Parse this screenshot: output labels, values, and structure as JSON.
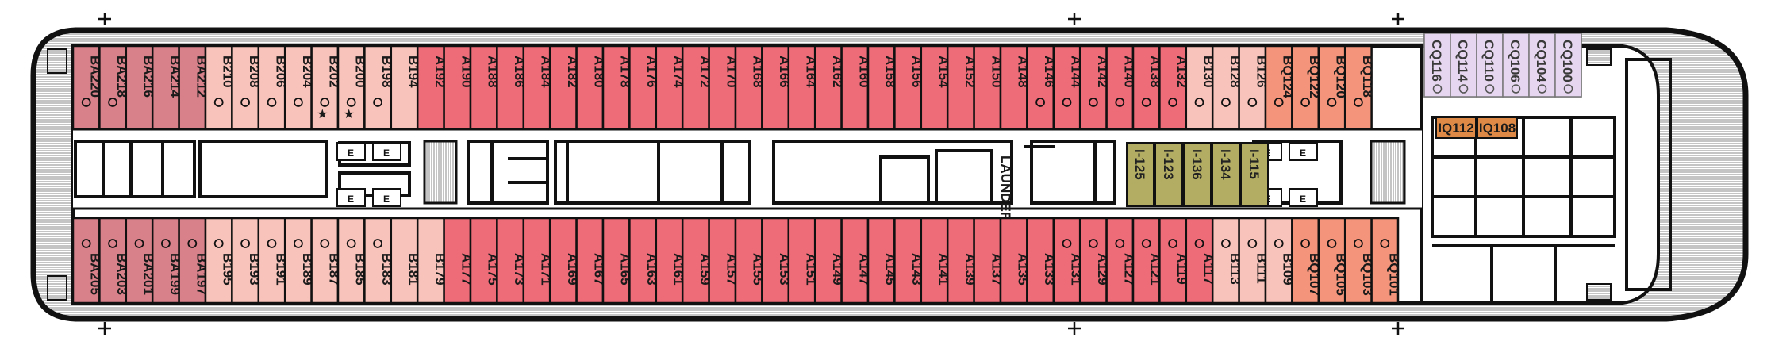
{
  "palette": {
    "hull": "#111111",
    "deck_stripes": "#8a8a8a",
    "cat_A": "#ee6b78",
    "cat_B": "#f8c3bb",
    "cat_BA": "#d8818a",
    "cat_BQ": "#f4957b",
    "cat_CQ": "#e6d6ef",
    "cat_IQ": "#de8a46",
    "cat_inside_crew": "#b3ad64",
    "service_fill": "#ffffff",
    "marker_fill": "#1a1a1a"
  },
  "icons": {
    "crosshair": "plus-sign",
    "elevator": "E",
    "accessible_star": "star",
    "connecting_dot": "circle"
  },
  "labels": {
    "launderette": "LAUNDERETTE",
    "elevator": "E"
  },
  "top_row": [
    {
      "id": "BA220",
      "cat": "BA",
      "marker": "dot"
    },
    {
      "id": "BA218",
      "cat": "BA",
      "marker": "dot"
    },
    {
      "id": "BA216",
      "cat": "BA",
      "marker": ""
    },
    {
      "id": "BA214",
      "cat": "BA",
      "marker": ""
    },
    {
      "id": "BA212",
      "cat": "BA",
      "marker": ""
    },
    {
      "id": "B210",
      "cat": "B",
      "marker": "dot"
    },
    {
      "id": "B208",
      "cat": "B",
      "marker": "dot"
    },
    {
      "id": "B206",
      "cat": "B",
      "marker": "dot"
    },
    {
      "id": "B204",
      "cat": "B",
      "marker": "dot"
    },
    {
      "id": "B202",
      "cat": "B",
      "marker": "dot star"
    },
    {
      "id": "B200",
      "cat": "B",
      "marker": "dot star"
    },
    {
      "id": "B198",
      "cat": "B",
      "marker": "dot"
    },
    {
      "id": "B194",
      "cat": "B",
      "marker": ""
    },
    {
      "id": "A192",
      "cat": "A",
      "marker": ""
    },
    {
      "id": "A190",
      "cat": "A",
      "marker": ""
    },
    {
      "id": "A188",
      "cat": "A",
      "marker": ""
    },
    {
      "id": "A186",
      "cat": "A",
      "marker": ""
    },
    {
      "id": "A184",
      "cat": "A",
      "marker": ""
    },
    {
      "id": "A182",
      "cat": "A",
      "marker": ""
    },
    {
      "id": "A180",
      "cat": "A",
      "marker": ""
    },
    {
      "id": "A178",
      "cat": "A",
      "marker": ""
    },
    {
      "id": "A176",
      "cat": "A",
      "marker": ""
    },
    {
      "id": "A174",
      "cat": "A",
      "marker": ""
    },
    {
      "id": "A172",
      "cat": "A",
      "marker": ""
    },
    {
      "id": "A170",
      "cat": "A",
      "marker": ""
    },
    {
      "id": "A168",
      "cat": "A",
      "marker": ""
    },
    {
      "id": "A166",
      "cat": "A",
      "marker": ""
    },
    {
      "id": "A164",
      "cat": "A",
      "marker": ""
    },
    {
      "id": "A162",
      "cat": "A",
      "marker": ""
    },
    {
      "id": "A160",
      "cat": "A",
      "marker": ""
    },
    {
      "id": "A158",
      "cat": "A",
      "marker": ""
    },
    {
      "id": "A156",
      "cat": "A",
      "marker": ""
    },
    {
      "id": "A154",
      "cat": "A",
      "marker": ""
    },
    {
      "id": "A152",
      "cat": "A",
      "marker": ""
    },
    {
      "id": "A150",
      "cat": "A",
      "marker": ""
    },
    {
      "id": "A148",
      "cat": "A",
      "marker": ""
    },
    {
      "id": "A146",
      "cat": "A",
      "marker": "dot"
    },
    {
      "id": "A144",
      "cat": "A",
      "marker": "dot"
    },
    {
      "id": "A142",
      "cat": "A",
      "marker": "dot"
    },
    {
      "id": "A140",
      "cat": "A",
      "marker": "dot"
    },
    {
      "id": "A138",
      "cat": "A",
      "marker": "dot"
    },
    {
      "id": "A132",
      "cat": "A",
      "marker": "dot"
    },
    {
      "id": "B130",
      "cat": "B",
      "marker": "dot"
    },
    {
      "id": "B128",
      "cat": "B",
      "marker": "dot"
    },
    {
      "id": "B126",
      "cat": "B",
      "marker": "dot"
    },
    {
      "id": "BQ124",
      "cat": "BQ",
      "marker": "dot"
    },
    {
      "id": "BQ122",
      "cat": "BQ",
      "marker": "dot"
    },
    {
      "id": "BQ120",
      "cat": "BQ",
      "marker": "dot"
    },
    {
      "id": "BQ118",
      "cat": "BQ",
      "marker": "dot"
    }
  ],
  "bottom_row": [
    {
      "id": "BA205",
      "cat": "BA",
      "marker": "dot"
    },
    {
      "id": "BA203",
      "cat": "BA",
      "marker": "dot"
    },
    {
      "id": "BA201",
      "cat": "BA",
      "marker": "dot"
    },
    {
      "id": "BA199",
      "cat": "BA",
      "marker": "dot"
    },
    {
      "id": "BA197",
      "cat": "BA",
      "marker": "dot"
    },
    {
      "id": "B195",
      "cat": "B",
      "marker": "dot"
    },
    {
      "id": "B193",
      "cat": "B",
      "marker": "dot"
    },
    {
      "id": "B191",
      "cat": "B",
      "marker": "dot"
    },
    {
      "id": "B189",
      "cat": "B",
      "marker": "dot"
    },
    {
      "id": "B187",
      "cat": "B",
      "marker": "dot"
    },
    {
      "id": "B185",
      "cat": "B",
      "marker": "dot"
    },
    {
      "id": "B183",
      "cat": "B",
      "marker": "dot"
    },
    {
      "id": "B181",
      "cat": "B",
      "marker": ""
    },
    {
      "id": "B179",
      "cat": "B",
      "marker": ""
    },
    {
      "id": "A177",
      "cat": "A",
      "marker": ""
    },
    {
      "id": "A175",
      "cat": "A",
      "marker": ""
    },
    {
      "id": "A173",
      "cat": "A",
      "marker": ""
    },
    {
      "id": "A171",
      "cat": "A",
      "marker": ""
    },
    {
      "id": "A169",
      "cat": "A",
      "marker": ""
    },
    {
      "id": "A167",
      "cat": "A",
      "marker": ""
    },
    {
      "id": "A165",
      "cat": "A",
      "marker": ""
    },
    {
      "id": "A163",
      "cat": "A",
      "marker": ""
    },
    {
      "id": "A161",
      "cat": "A",
      "marker": ""
    },
    {
      "id": "A159",
      "cat": "A",
      "marker": ""
    },
    {
      "id": "A157",
      "cat": "A",
      "marker": ""
    },
    {
      "id": "A155",
      "cat": "A",
      "marker": ""
    },
    {
      "id": "A153",
      "cat": "A",
      "marker": ""
    },
    {
      "id": "A151",
      "cat": "A",
      "marker": ""
    },
    {
      "id": "A149",
      "cat": "A",
      "marker": ""
    },
    {
      "id": "A147",
      "cat": "A",
      "marker": ""
    },
    {
      "id": "A145",
      "cat": "A",
      "marker": ""
    },
    {
      "id": "A143",
      "cat": "A",
      "marker": ""
    },
    {
      "id": "A141",
      "cat": "A",
      "marker": ""
    },
    {
      "id": "A139",
      "cat": "A",
      "marker": ""
    },
    {
      "id": "A137",
      "cat": "A",
      "marker": ""
    },
    {
      "id": "A135",
      "cat": "A",
      "marker": ""
    },
    {
      "id": "A133",
      "cat": "A",
      "marker": ""
    },
    {
      "id": "A131",
      "cat": "A",
      "marker": "dot"
    },
    {
      "id": "A129",
      "cat": "A",
      "marker": "dot"
    },
    {
      "id": "A127",
      "cat": "A",
      "marker": "dot"
    },
    {
      "id": "A121",
      "cat": "A",
      "marker": "dot"
    },
    {
      "id": "A119",
      "cat": "A",
      "marker": "dot"
    },
    {
      "id": "A117",
      "cat": "A",
      "marker": "dot"
    },
    {
      "id": "B113",
      "cat": "B",
      "marker": "dot"
    },
    {
      "id": "B111",
      "cat": "B",
      "marker": "dot"
    },
    {
      "id": "B109",
      "cat": "B",
      "marker": "dot"
    },
    {
      "id": "BQ107",
      "cat": "BQ",
      "marker": "dot"
    },
    {
      "id": "BQ105",
      "cat": "BQ",
      "marker": "dot"
    },
    {
      "id": "BQ103",
      "cat": "BQ",
      "marker": "dot"
    },
    {
      "id": "BQ101",
      "cat": "BQ",
      "marker": "dot"
    }
  ],
  "cq_suites": [
    "CQ116",
    "CQ114",
    "CQ110",
    "CQ106",
    "CQ104",
    "CQ100"
  ],
  "iq_cabins": [
    "IQ112",
    "IQ108"
  ],
  "inside_cabins": [
    "I-125",
    "I-123",
    "I-136",
    "I-134",
    "I-115"
  ]
}
